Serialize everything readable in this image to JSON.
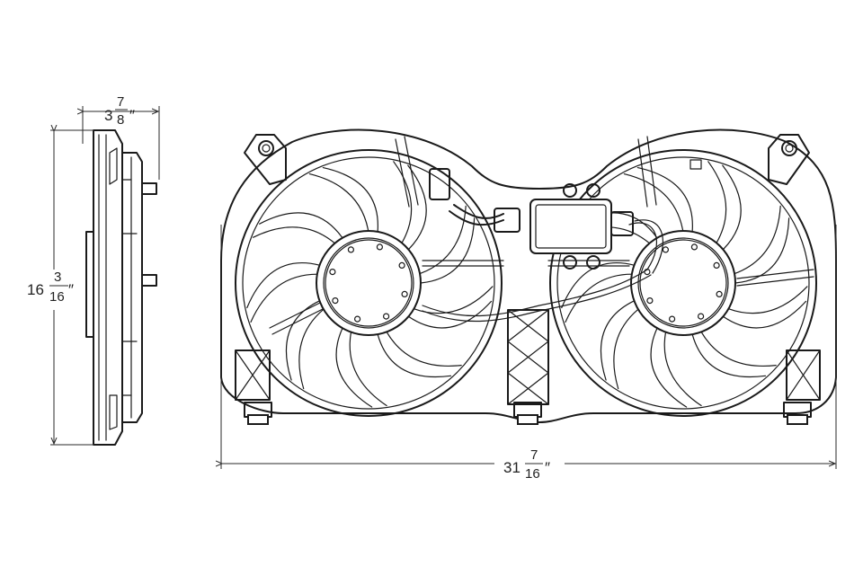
{
  "dimensions": {
    "depth": {
      "whole": "3",
      "num": "7",
      "den": "8",
      "unit": "″"
    },
    "height": {
      "whole": "16",
      "num": "3",
      "den": "16",
      "unit": "″"
    },
    "width": {
      "whole": "31",
      "num": "7",
      "den": "16",
      "unit": "″"
    }
  },
  "fans": {
    "count": 2,
    "blades_per_fan": 9
  },
  "colors": {
    "line": "#1a1a1a",
    "background": "#ffffff"
  }
}
